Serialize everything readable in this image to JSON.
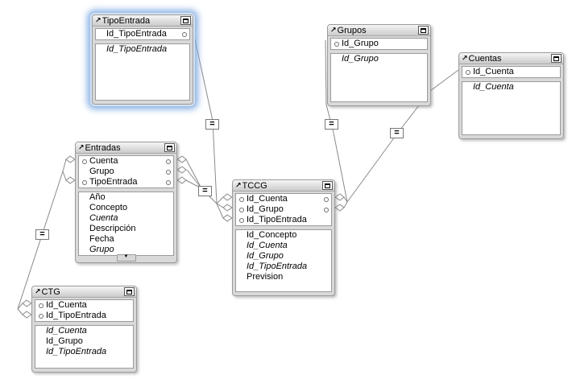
{
  "diagram": {
    "background_color": "#ffffff",
    "line_color": "#8a8a8a",
    "selected_table": "TipoEntrada",
    "selection_glow_color": "#7aa8e0"
  },
  "icons": {
    "table_header_arrow": "↗",
    "minimize_icon": "minimize-window",
    "scroll_more": "▼",
    "key_port": "connection-port-circle",
    "connector_end": "open-diamond"
  },
  "tables": [
    {
      "title": "TipoEntrada",
      "selected": true,
      "keys": [
        {
          "name": "Id_TipoEntrada",
          "port_right": true
        }
      ],
      "fields": [
        {
          "name": "Id_TipoEntrada",
          "italic": true
        }
      ]
    },
    {
      "title": "Grupos",
      "selected": false,
      "keys": [
        {
          "name": "Id_Grupo",
          "port_left": true
        }
      ],
      "fields": [
        {
          "name": "Id_Grupo",
          "italic": true
        }
      ]
    },
    {
      "title": "Cuentas",
      "selected": false,
      "keys": [
        {
          "name": "Id_Cuenta",
          "port_left": true
        }
      ],
      "fields": [
        {
          "name": "Id_Cuenta",
          "italic": true
        }
      ]
    },
    {
      "title": "Entradas",
      "selected": false,
      "has_more_fields": true,
      "keys": [
        {
          "name": "Cuenta",
          "port_left": true,
          "port_right": true
        },
        {
          "name": "Grupo",
          "port_right": true
        },
        {
          "name": "TipoEntrada",
          "port_left": true,
          "port_right": true
        }
      ],
      "fields": [
        {
          "name": "Año"
        },
        {
          "name": "Concepto"
        },
        {
          "name": "Cuenta",
          "italic": true
        },
        {
          "name": "Descripción"
        },
        {
          "name": "Fecha"
        },
        {
          "name": "Grupo",
          "italic": true
        }
      ]
    },
    {
      "title": "TCCG",
      "selected": false,
      "keys": [
        {
          "name": "Id_Cuenta",
          "port_left": true,
          "port_right": true
        },
        {
          "name": "Id_Grupo",
          "port_left": true,
          "port_right": true
        },
        {
          "name": "Id_TipoEntrada",
          "port_left": true
        }
      ],
      "fields": [
        {
          "name": "Id_Concepto"
        },
        {
          "name": "Id_Cuenta",
          "italic": true
        },
        {
          "name": "Id_Grupo",
          "italic": true
        },
        {
          "name": "Id_TipoEntrada",
          "italic": true
        },
        {
          "name": "Prevision"
        }
      ]
    },
    {
      "title": "CTG",
      "selected": false,
      "keys": [
        {
          "name": "Id_Cuenta",
          "port_left": true
        },
        {
          "name": "Id_TipoEntrada",
          "port_left": true
        }
      ],
      "fields": [
        {
          "name": "Id_Cuenta",
          "italic": true
        },
        {
          "name": "Id_Grupo"
        },
        {
          "name": "Id_TipoEntrada",
          "italic": true
        }
      ]
    }
  ],
  "relationships": [
    {
      "from_table": "TipoEntrada",
      "from_fields": [
        "Id_TipoEntrada"
      ],
      "to_table": "TCCG",
      "to_fields": [
        "Id_TipoEntrada"
      ],
      "join_label": "="
    },
    {
      "from_table": "Entradas",
      "from_fields": [
        "Cuenta",
        "Grupo",
        "TipoEntrada"
      ],
      "to_table": "TCCG",
      "to_fields": [
        "Id_Cuenta",
        "Id_Grupo",
        "Id_TipoEntrada"
      ],
      "join_label": "="
    },
    {
      "from_table": "Entradas",
      "from_fields": [
        "Cuenta",
        "TipoEntrada"
      ],
      "to_table": "CTG",
      "to_fields": [
        "Id_Cuenta",
        "Id_TipoEntrada"
      ],
      "join_label": "="
    },
    {
      "from_table": "Grupos",
      "from_fields": [
        "Id_Grupo"
      ],
      "to_table": "TCCG",
      "to_fields": [
        "Id_Grupo"
      ],
      "join_label": "="
    },
    {
      "from_table": "Cuentas",
      "from_fields": [
        "Id_Cuenta"
      ],
      "to_table": "TCCG",
      "to_fields": [
        "Id_Cuenta"
      ],
      "join_label": "="
    }
  ]
}
